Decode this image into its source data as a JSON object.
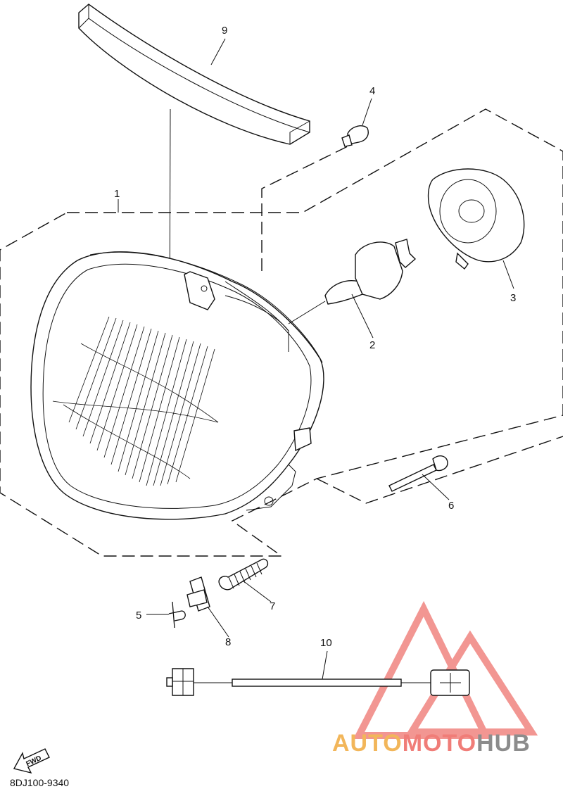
{
  "parts": [
    {
      "id": "part-1",
      "label": "1"
    },
    {
      "id": "part-2",
      "label": "2"
    },
    {
      "id": "part-3",
      "label": "3"
    },
    {
      "id": "part-4",
      "label": "4"
    },
    {
      "id": "part-5",
      "label": "5"
    },
    {
      "id": "part-6",
      "label": "6"
    },
    {
      "id": "part-7",
      "label": "7"
    },
    {
      "id": "part-8",
      "label": "8"
    },
    {
      "id": "part-9",
      "label": "9"
    },
    {
      "id": "part-10",
      "label": "10"
    }
  ],
  "diagram_code": "8DJ100-9340",
  "direction_arrow": {
    "label": "FWD"
  },
  "watermark": {
    "part1": "AUTO",
    "part2": "MOTO",
    "part3": "HUB",
    "colors": {
      "auto": "#f2b65a",
      "moto": "#f07d78",
      "hub": "#8c8c8c",
      "logo": "#f07d78"
    }
  }
}
